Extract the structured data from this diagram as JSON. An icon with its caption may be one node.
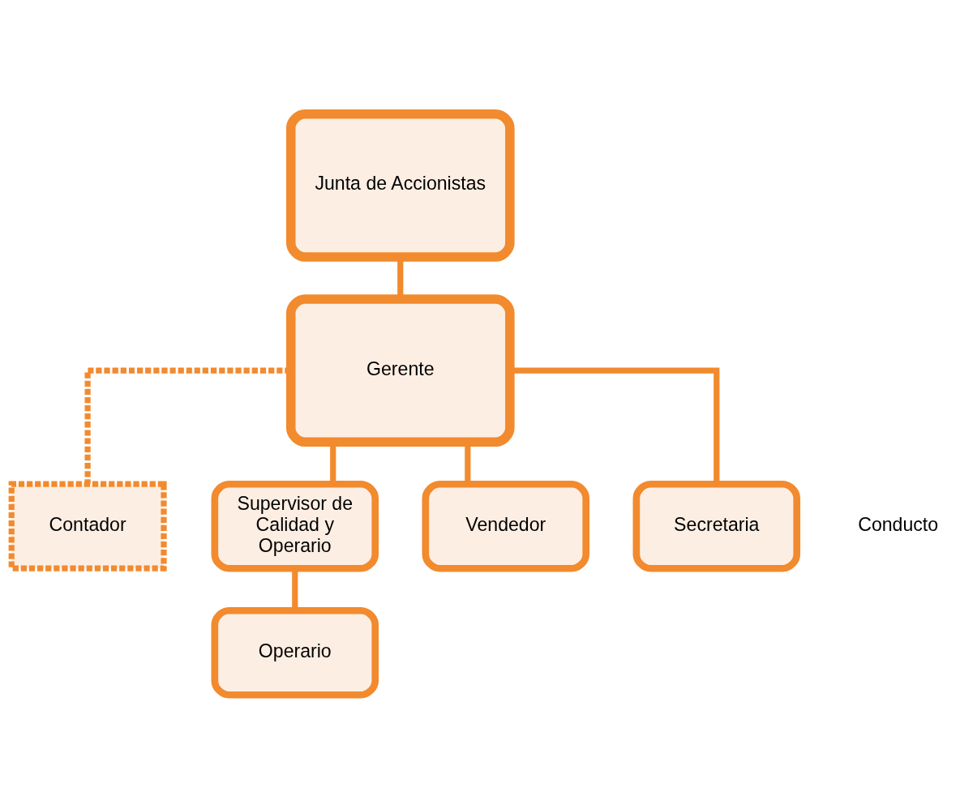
{
  "diagram": {
    "nodes": [
      {
        "text": [
          "Junta de Accionistas"
        ]
      },
      {
        "text": [
          "Gerente"
        ]
      },
      {
        "text": [
          "Contador"
        ]
      },
      {
        "text": [
          "Supervisor de Calidad y Operario"
        ]
      },
      {
        "text": [
          "Vendedor"
        ]
      },
      {
        "text": [
          "Secretaria"
        ]
      },
      {
        "text": [
          "Operario"
        ]
      }
    ],
    "edges": [
      {
        "from": 0,
        "to": 1,
        "arrow": "none"
      },
      {
        "from": 1,
        "to": 2,
        "arrow": "none",
        "style": "dashed"
      },
      {
        "from": 1,
        "to": 3,
        "arrow": "none"
      },
      {
        "from": 1,
        "to": 4,
        "arrow": "none"
      },
      {
        "from": 1,
        "to": 5,
        "arrow": "none"
      },
      {
        "from": 3,
        "to": 6,
        "arrow": "none"
      }
    ],
    "labels": [
      "Conducto"
    ]
  }
}
